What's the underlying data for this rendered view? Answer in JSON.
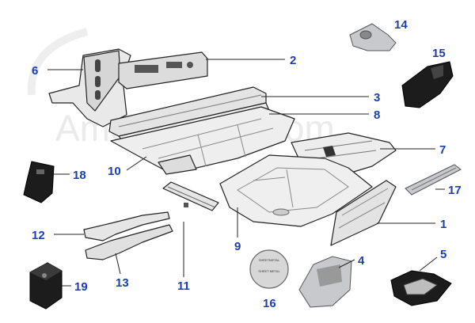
{
  "watermark": "AmeriSpeed.com",
  "stamp_text": [
    "SHEETMETAL",
    "SHEET METAL"
  ],
  "labels": {
    "p1": "1",
    "p2": "2",
    "p3": "3",
    "p4": "4",
    "p5": "5",
    "p6": "6",
    "p7": "7",
    "p8": "8",
    "p9": "9",
    "p10": "10",
    "p11": "11",
    "p12": "12",
    "p13": "13",
    "p14": "14",
    "p15": "15",
    "p16": "16",
    "p17": "17",
    "p18": "18",
    "p19": "19"
  },
  "colors": {
    "label_blue": "#1a3fb0",
    "sheet_fill": "#e6e6e6",
    "silver": "#c7c9cc",
    "black_part": "#1c1c1c"
  }
}
